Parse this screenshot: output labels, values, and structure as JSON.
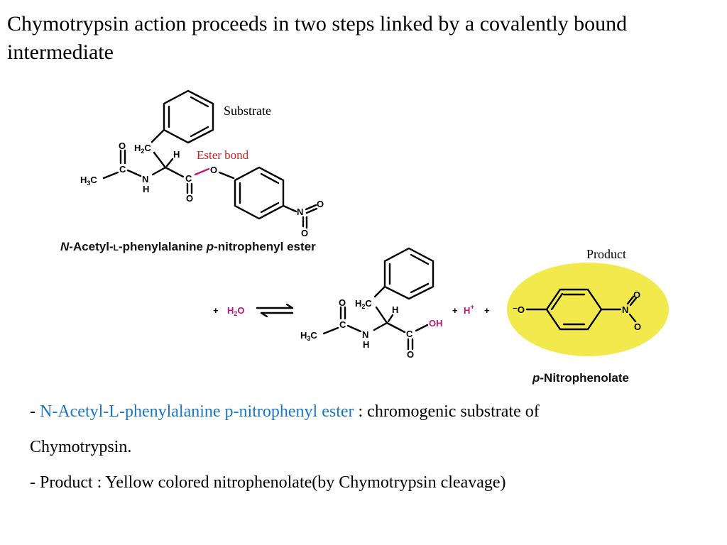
{
  "title": "Chymotrypsin action proceeds in two steps linked by a covalently bound intermediate",
  "diagram": {
    "substrate_label": "Substrate",
    "ester_bond_label": "Ester bond",
    "product_label": "Product",
    "substrate_name_prefix": "N",
    "substrate_name_mid": "-Acetyl-",
    "substrate_name_l": "L",
    "substrate_name_rest": "-phenylalanine ",
    "substrate_name_p": "p",
    "substrate_name_end": "-nitrophenyl ester",
    "product_name_p": "p",
    "product_name_rest": "-Nitrophenolate",
    "water": "H",
    "water_sub": "2",
    "water_o": "O",
    "plus": "+",
    "proton": "H",
    "proton_charge": "+",
    "atoms": {
      "h2c": "H",
      "h2c_sub": "2",
      "h2c_c": "C",
      "h": "H",
      "o": "O",
      "c": "C",
      "n": "N",
      "h3c": "H",
      "h3c_sub": "3",
      "h3c_c": "C",
      "oh": "OH",
      "minus_o": "⁻O"
    },
    "colors": {
      "highlight": "#f2ea4c",
      "ester_bond": "#d62020",
      "water": "#c0157a"
    }
  },
  "notes": {
    "line1_dash": "- ",
    "line1_term": "N-Acetyl-L-phenylalanine p-nitrophenyl ester",
    "line1_rest": " : chromogenic substrate of",
    "line2": "Chymotrypsin.",
    "line3": "- Product : Yellow colored nitrophenolate(by Chymotrypsin cleavage)"
  }
}
